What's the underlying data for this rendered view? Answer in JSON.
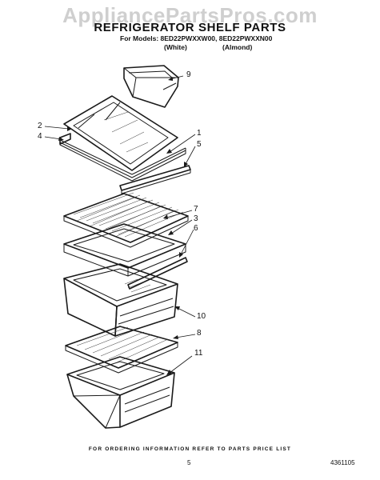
{
  "watermark": "AppliancePartsPros.com",
  "header": {
    "title": "REFRIGERATOR SHELF PARTS",
    "models": "For Models: 8ED22PWXXW00, 8ED22PWXXN00",
    "variant_white": "(White)",
    "variant_almond": "(Almond)"
  },
  "callouts": [
    "9",
    "2",
    "4",
    "1",
    "5",
    "7",
    "3",
    "6",
    "10",
    "8",
    "11"
  ],
  "footer": {
    "note": "FOR ORDERING INFORMATION REFER TO PARTS PRICE LIST",
    "page": "5",
    "doc_number": "4361105"
  }
}
